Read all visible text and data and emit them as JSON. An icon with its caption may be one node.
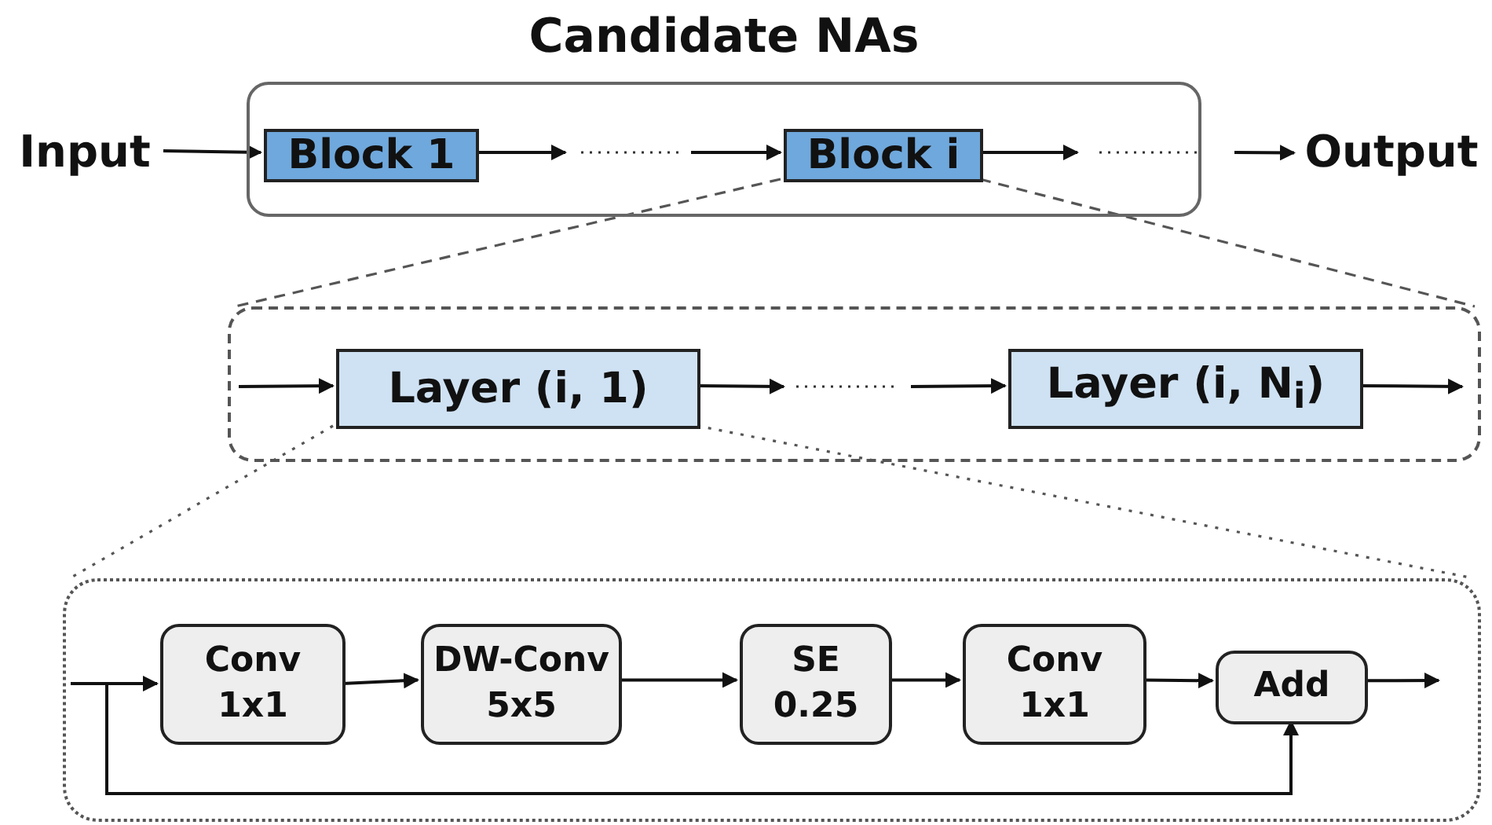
{
  "diagram": {
    "nodes": [
      {
        "text": [
          "Candidate NAs"
        ]
      },
      {
        "text": [
          "Input"
        ]
      },
      {
        "text": [
          "Block 1"
        ],
        "in": 0
      },
      {
        "text": [
          "Block i"
        ],
        "in": 0
      },
      {
        "text": [
          "Output"
        ]
      },
      {
        "text": [],
        "shape": "box"
      },
      {
        "text": [
          "Layer (i, 1)"
        ],
        "in": 5
      },
      {
        "text": [
          "Layer (i, N$_{i}$)"
        ],
        "in": 5
      },
      {
        "text": [],
        "shape": "box"
      },
      {
        "text": [
          "Conv 1x1"
        ],
        "in": 8
      },
      {
        "text": [
          "DW-Conv 5x5"
        ],
        "in": 8
      },
      {
        "text": [
          "SE 0.25"
        ],
        "in": 8
      },
      {
        "text": [
          "Conv 1x1"
        ],
        "in": 8
      },
      {
        "text": [
          "Add"
        ],
        "in": 8
      }
    ],
    "edges": [
      {
        "from": 1,
        "to": 2,
        "arrow": "to"
      },
      {
        "from": 2,
        "to": null,
        "arrow": "to"
      },
      {
        "from": null,
        "to": 3,
        "arrow": "to"
      },
      {
        "from": 3,
        "to": null,
        "arrow": "to"
      },
      {
        "from": null,
        "to": 4,
        "arrow": "to"
      },
      {
        "from": 3,
        "to": 5,
        "arrow": "none",
        "style": "dashed"
      },
      {
        "from": 3,
        "to": 5,
        "arrow": "none",
        "style": "dashed"
      },
      {
        "from": null,
        "to": 6,
        "arrow": "to"
      },
      {
        "from": 6,
        "to": null,
        "arrow": "to"
      },
      {
        "from": null,
        "to": 7,
        "arrow": "to"
      },
      {
        "from": 7,
        "to": null,
        "arrow": "to"
      },
      {
        "from": 6,
        "to": 8,
        "arrow": "none",
        "style": "dashed"
      },
      {
        "from": 6,
        "to": 8,
        "arrow": "none",
        "style": "dashed"
      },
      {
        "from": null,
        "to": 9,
        "arrow": "to"
      },
      {
        "from": 9,
        "to": 10,
        "arrow": "to"
      },
      {
        "from": 10,
        "to": 11,
        "arrow": "to"
      },
      {
        "from": 11,
        "to": 12,
        "arrow": "to"
      },
      {
        "from": 12,
        "to": 13,
        "arrow": "to"
      },
      {
        "from": 13,
        "to": null,
        "arrow": "to"
      },
      {
        "from": null,
        "to": 13,
        "arrow": "to"
      }
    ]
  }
}
